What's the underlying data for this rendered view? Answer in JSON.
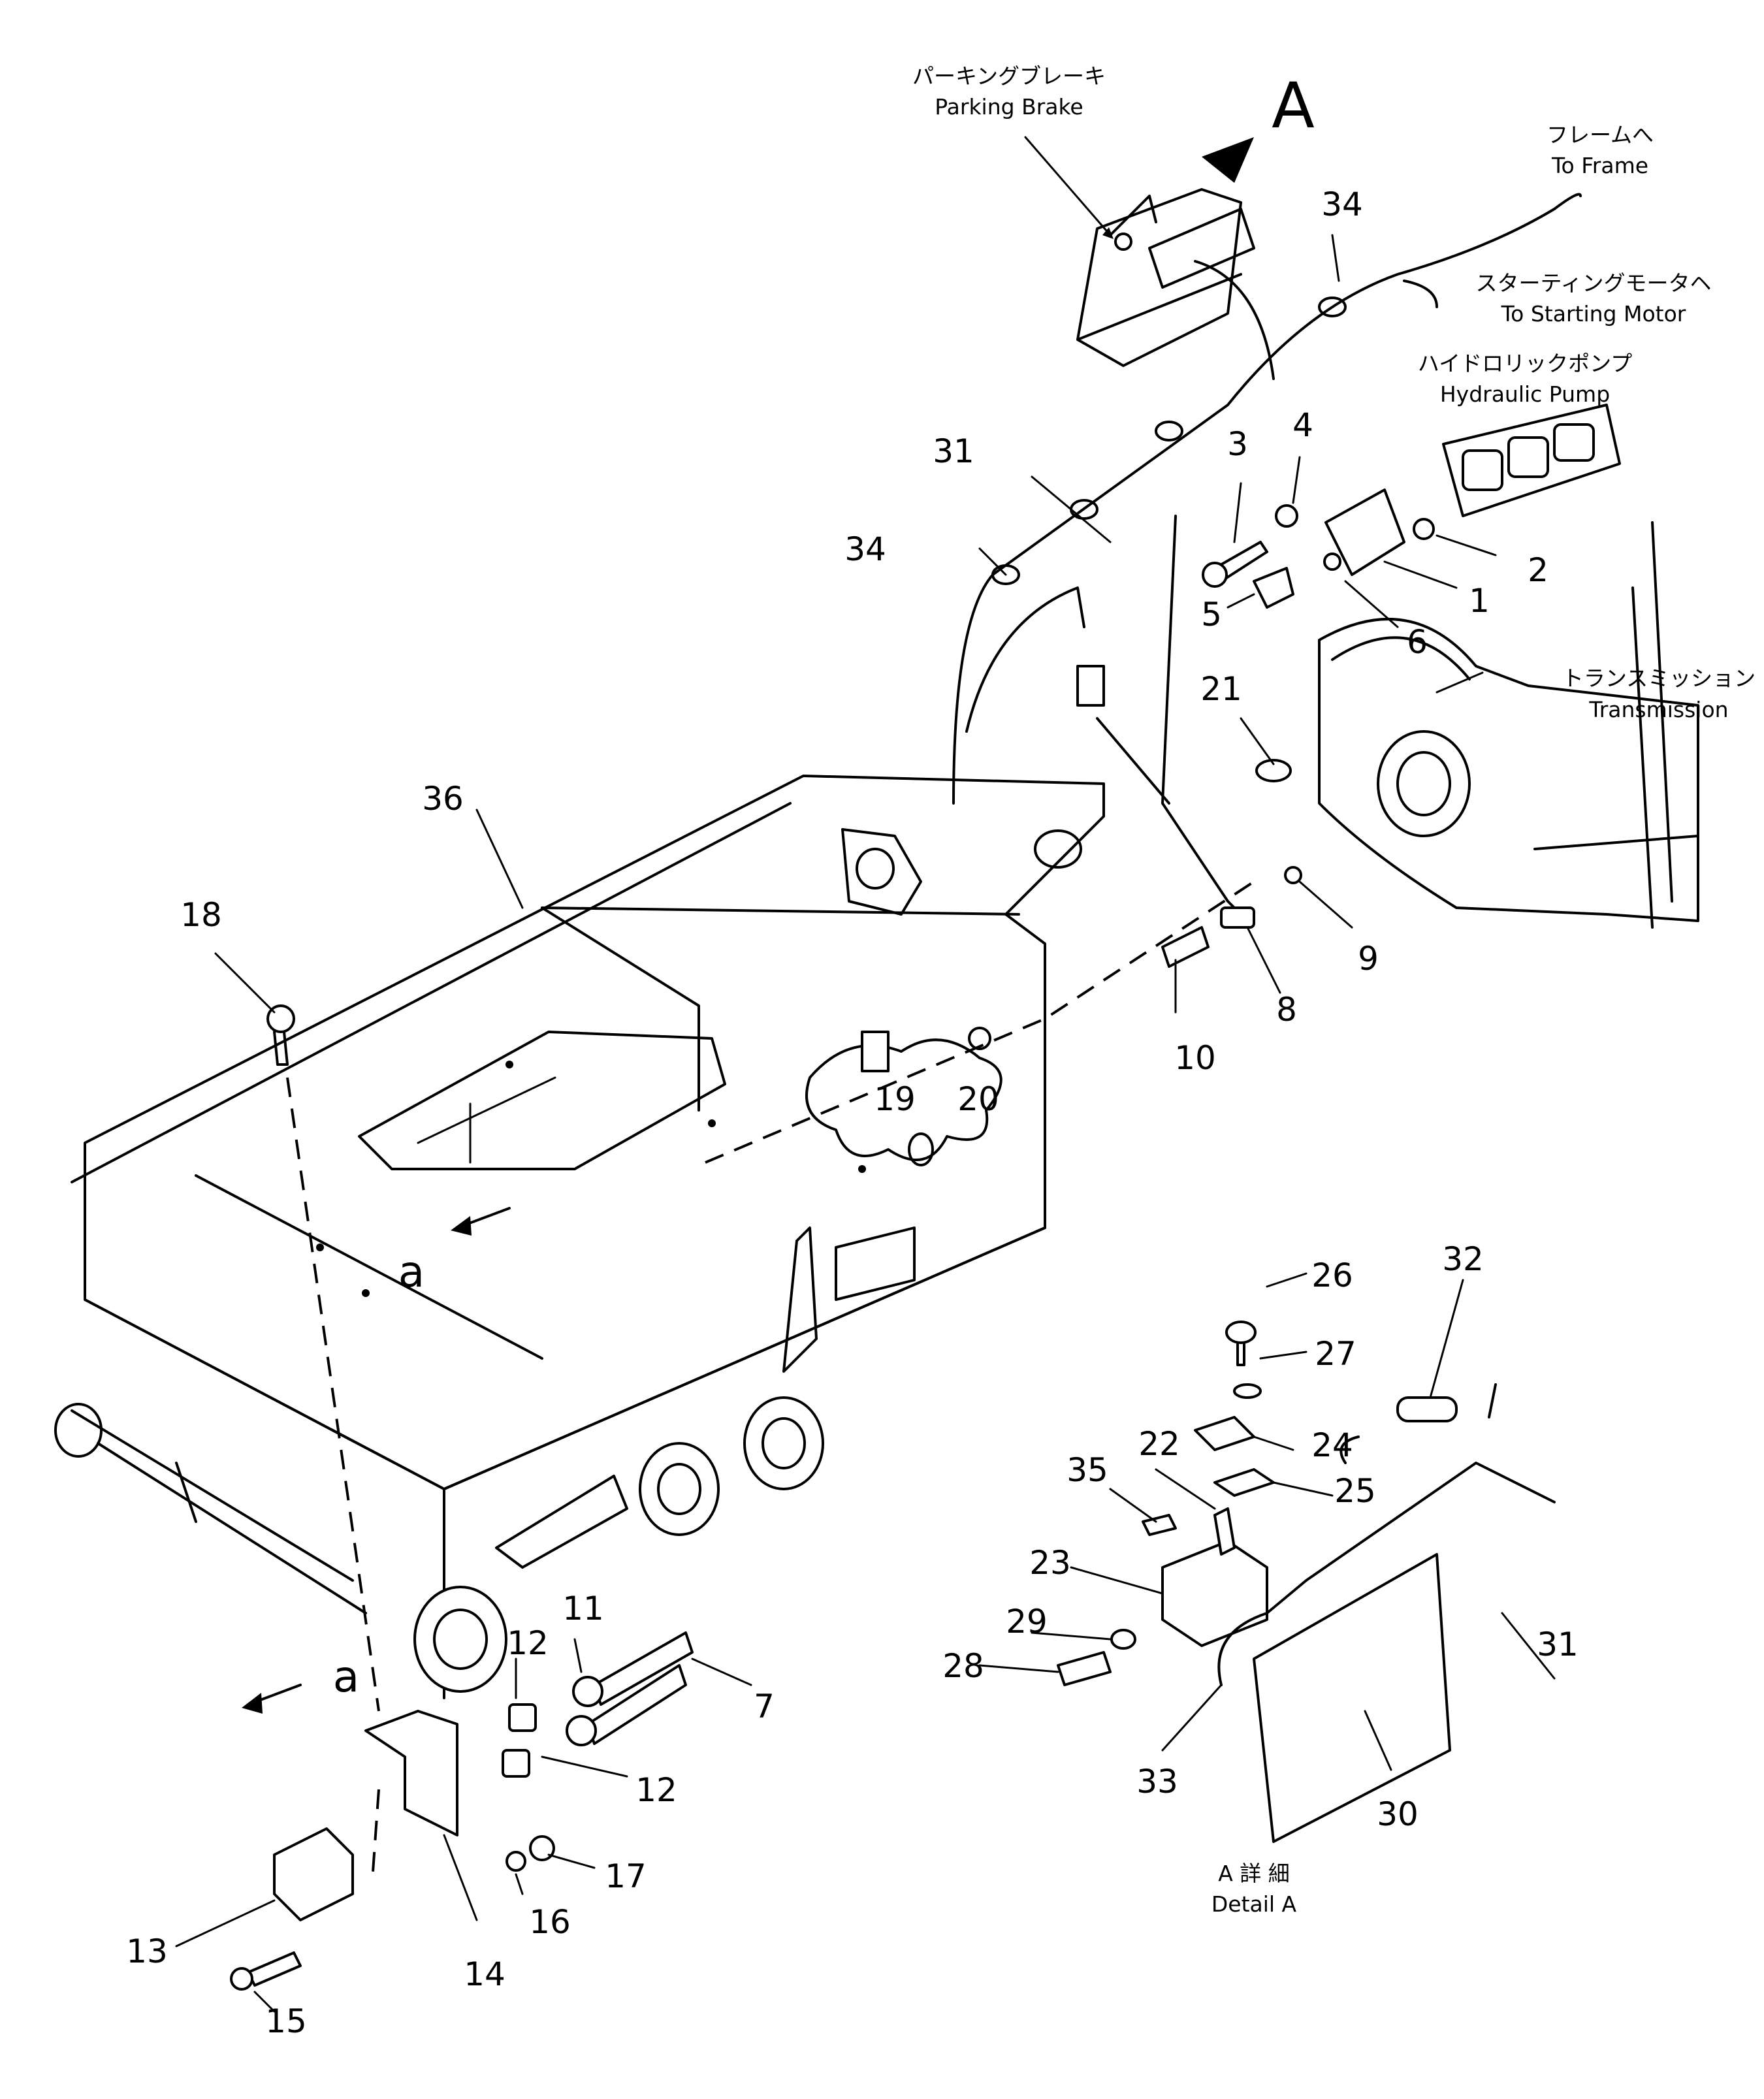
{
  "detail_letter": "A",
  "section_letter": "a",
  "labels": {
    "parking_brake_jp": "パーキングブレーキ",
    "parking_brake_en": "Parking Brake",
    "to_frame_jp": "フレームへ",
    "to_frame_en": "To Frame",
    "to_starting_motor_jp": "スターティングモータヘ",
    "to_starting_motor_en": "To Starting Motor",
    "hydraulic_pump_jp": "ハイドロリックポンプ",
    "hydraulic_pump_en": "Hydraulic Pump",
    "transmission_jp": "トランスミッション",
    "transmission_en": "Transmission",
    "detail_a_jp": "A 詳 細",
    "detail_a_en": "Detail A"
  },
  "part_numbers": {
    "p1": "1",
    "p2": "2",
    "p3": "3",
    "p4": "4",
    "p5": "5",
    "p6": "6",
    "p7": "7",
    "p8": "8",
    "p9": "9",
    "p10": "10",
    "p11": "11",
    "p12a": "12",
    "p12b": "12",
    "p13": "13",
    "p14": "14",
    "p15": "15",
    "p16": "16",
    "p17": "17",
    "p18": "18",
    "p19": "19",
    "p20": "20",
    "p21": "21",
    "p22": "22",
    "p23": "23",
    "p24": "24",
    "p25": "25",
    "p26": "26",
    "p27": "27",
    "p28": "28",
    "p29": "29",
    "p30": "30",
    "p31a": "31",
    "p31b": "31",
    "p32": "32",
    "p33": "33",
    "p34a": "34",
    "p34b": "34",
    "p35": "35",
    "p36": "36"
  }
}
